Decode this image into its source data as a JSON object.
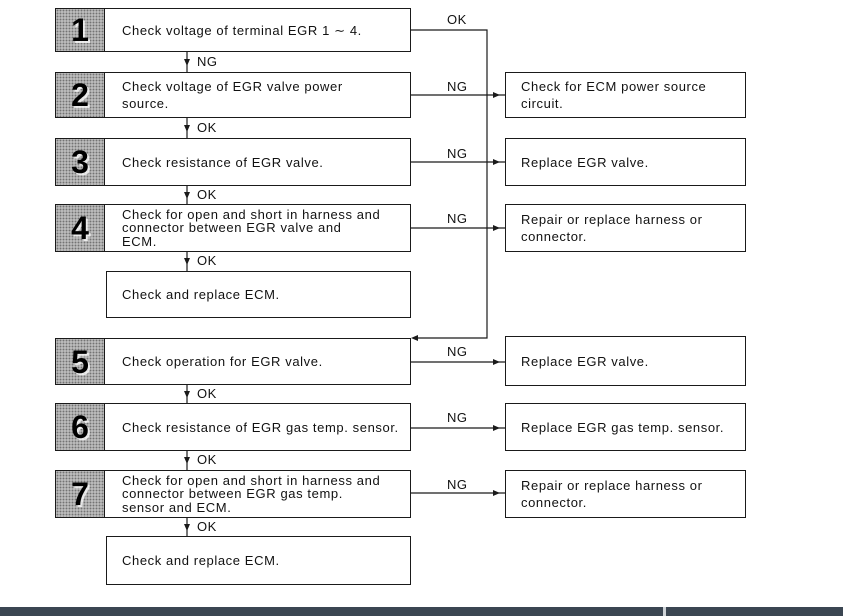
{
  "colors": {
    "line": "#1a1a1a",
    "number_block": "#bdbdbd",
    "footer_bar": "#3b4652"
  },
  "steps": [
    {
      "number": "1",
      "lines": [
        "Check voltage of terminal EGR 1 ∼ 4."
      ],
      "down_label": "NG",
      "branch_label": "OK"
    },
    {
      "number": "2",
      "lines": [
        "Check voltage of EGR valve power",
        "source."
      ],
      "down_label": "OK",
      "branch_label": "NG",
      "action": [
        "Check for ECM power source",
        "circuit."
      ]
    },
    {
      "number": "3",
      "lines": [
        "Check resistance of EGR valve."
      ],
      "down_label": "OK",
      "branch_label": "NG",
      "action": [
        "Replace EGR valve."
      ]
    },
    {
      "number": "4",
      "lines": [
        "Check for open and short in harness and",
        "connector between EGR valve and",
        "ECM."
      ],
      "down_label": "OK",
      "branch_label": "NG",
      "action": [
        "Repair or replace harness or",
        "connector."
      ]
    },
    {
      "number": "5",
      "lines": [
        "Check operation for EGR valve."
      ],
      "down_label": "OK",
      "branch_label": "NG",
      "action": [
        "Replace EGR valve."
      ]
    },
    {
      "number": "6",
      "lines": [
        "Check resistance of EGR gas temp. sensor."
      ],
      "down_label": "OK",
      "branch_label": "NG",
      "action": [
        "Replace EGR gas temp. sensor."
      ]
    },
    {
      "number": "7",
      "lines": [
        "Check for open and short in harness and",
        "connector between EGR gas temp.",
        "sensor and ECM."
      ],
      "down_label": "OK",
      "branch_label": "NG",
      "action": [
        "Repair or replace harness or",
        "connector."
      ]
    }
  ],
  "ecm_checks": [
    {
      "lines": [
        "Check and replace ECM."
      ]
    },
    {
      "lines": [
        "Check and replace ECM."
      ]
    }
  ]
}
